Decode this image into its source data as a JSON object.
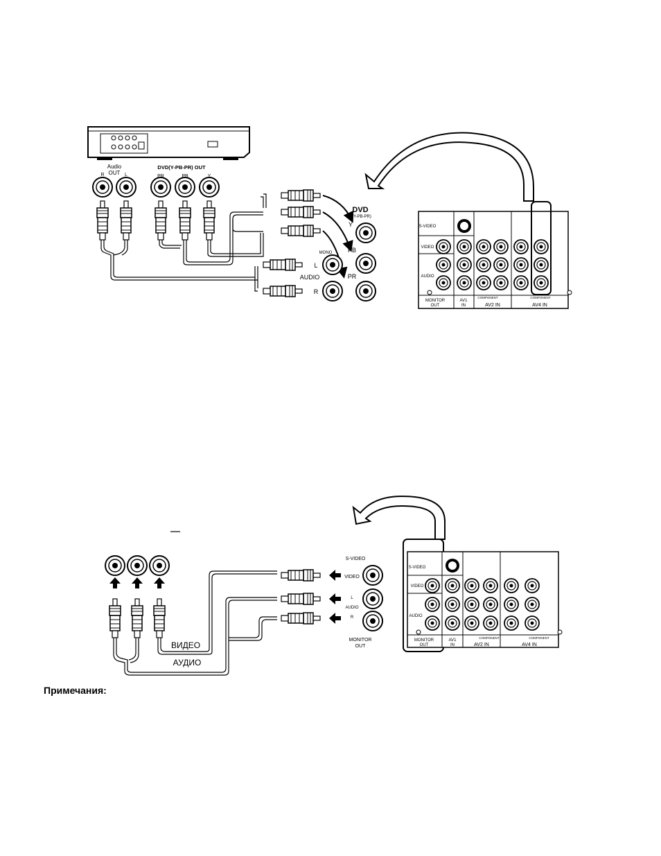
{
  "diagram1": {
    "dvd_player": {
      "audio_out_label": [
        "Audio",
        "OUT"
      ],
      "audio_channels": [
        "R",
        "L"
      ],
      "component_out_label": "DVD(Y-PB-PR) OUT",
      "component_jacks": [
        "PR",
        "PB",
        "Y"
      ]
    },
    "tv_side": {
      "dvd_label": "DVD",
      "dvd_sub": "(Y-PB-PR)",
      "jack_y": "Y",
      "jack_pb": "PB",
      "jack_pr": "PR",
      "mono": "MONO",
      "audio": "AUDIO",
      "left": "L",
      "right": "R"
    }
  },
  "diagram2": {
    "tv_side": {
      "s_video": "S-VIDEO",
      "video": "VIDEO",
      "audio_vertical": [
        "L",
        "AUDIO",
        "R"
      ],
      "monitor_out": [
        "MONITOR",
        "OUT"
      ]
    },
    "cables": {
      "video": "ВИДЕО",
      "audio": "АУДИО"
    }
  },
  "panel": {
    "s_video": "S-VIDEO",
    "video": "VIDEO",
    "audio": "AUDIO",
    "l": "L",
    "r": "R",
    "y": "Y",
    "pb": "PB",
    "pr": "PR",
    "component": "COMPONENT",
    "monitor_out": [
      "MONITOR",
      "OUT"
    ],
    "av1_in": [
      "AV1",
      "IN"
    ],
    "av2_in": "AV2 IN",
    "av4_in": "AV4 IN"
  },
  "notes_label": "Примечания:"
}
